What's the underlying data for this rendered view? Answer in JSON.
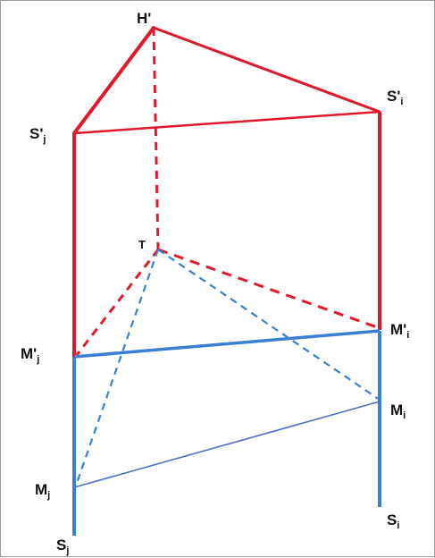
{
  "colors": {
    "red": "#e0192a",
    "blue": "#3a7fd1",
    "thin_blue": "#4a6fc4",
    "label": "#111111"
  },
  "labels": {
    "H_prime": "H'",
    "S_prime_j": {
      "main": "S'",
      "sub": "j"
    },
    "S_prime_i": {
      "main": "S'",
      "sub": "i"
    },
    "T": "T",
    "M_prime_j": {
      "main": "M'",
      "sub": "j"
    },
    "M_prime_i": {
      "main": "M'",
      "sub": "i"
    },
    "M_i": {
      "main": "M",
      "sub": "i"
    },
    "M_j": {
      "main": "M",
      "sub": "j"
    },
    "S_i": {
      "main": "S",
      "sub": "i"
    },
    "S_j": {
      "main": "S",
      "sub": "j"
    }
  }
}
